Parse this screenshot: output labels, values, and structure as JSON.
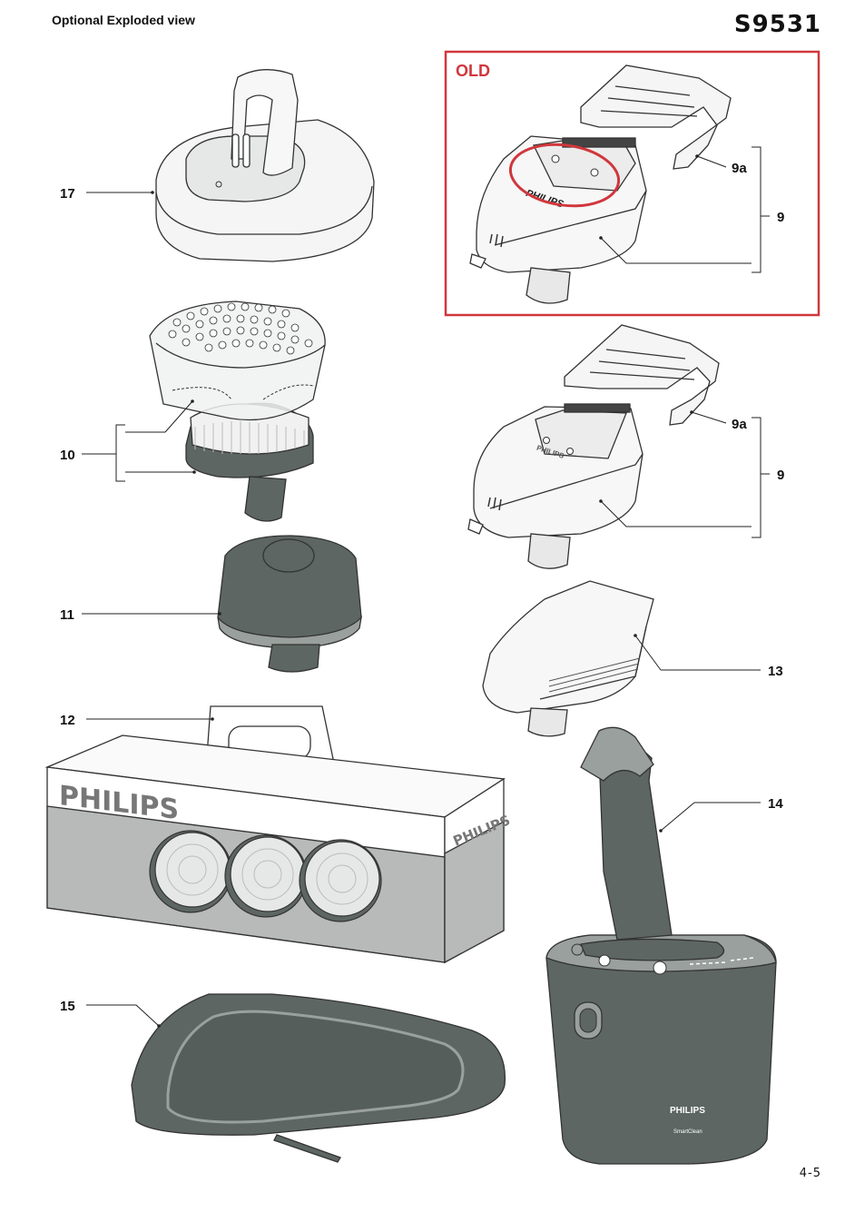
{
  "header": {
    "title": "Optional Exploded view",
    "model": "S9531"
  },
  "old_box": {
    "label": "OLD",
    "color": "#d0373d"
  },
  "callouts": {
    "c17": "17",
    "c9a_old": "9a",
    "c9_old": "9",
    "c10": "10",
    "c9a_new": "9a",
    "c9_new": "9",
    "c11": "11",
    "c13": "13",
    "c12": "12",
    "c14": "14",
    "c15": "15"
  },
  "brand": {
    "trimmer_old": "PHILIPS",
    "trimmer_new": "PHILIPS",
    "box_front": "PHILIPS",
    "box_side": "PHILIPS",
    "station": "PHILIPS",
    "station_sub": "SmartClean"
  },
  "footer": {
    "page": "4-5"
  },
  "colors": {
    "dark_gray": "#5d6663",
    "mid_gray": "#9aa09d",
    "light_gray": "#d6d9d7",
    "box_gray": "#b7bab8",
    "outline": "#333333"
  }
}
